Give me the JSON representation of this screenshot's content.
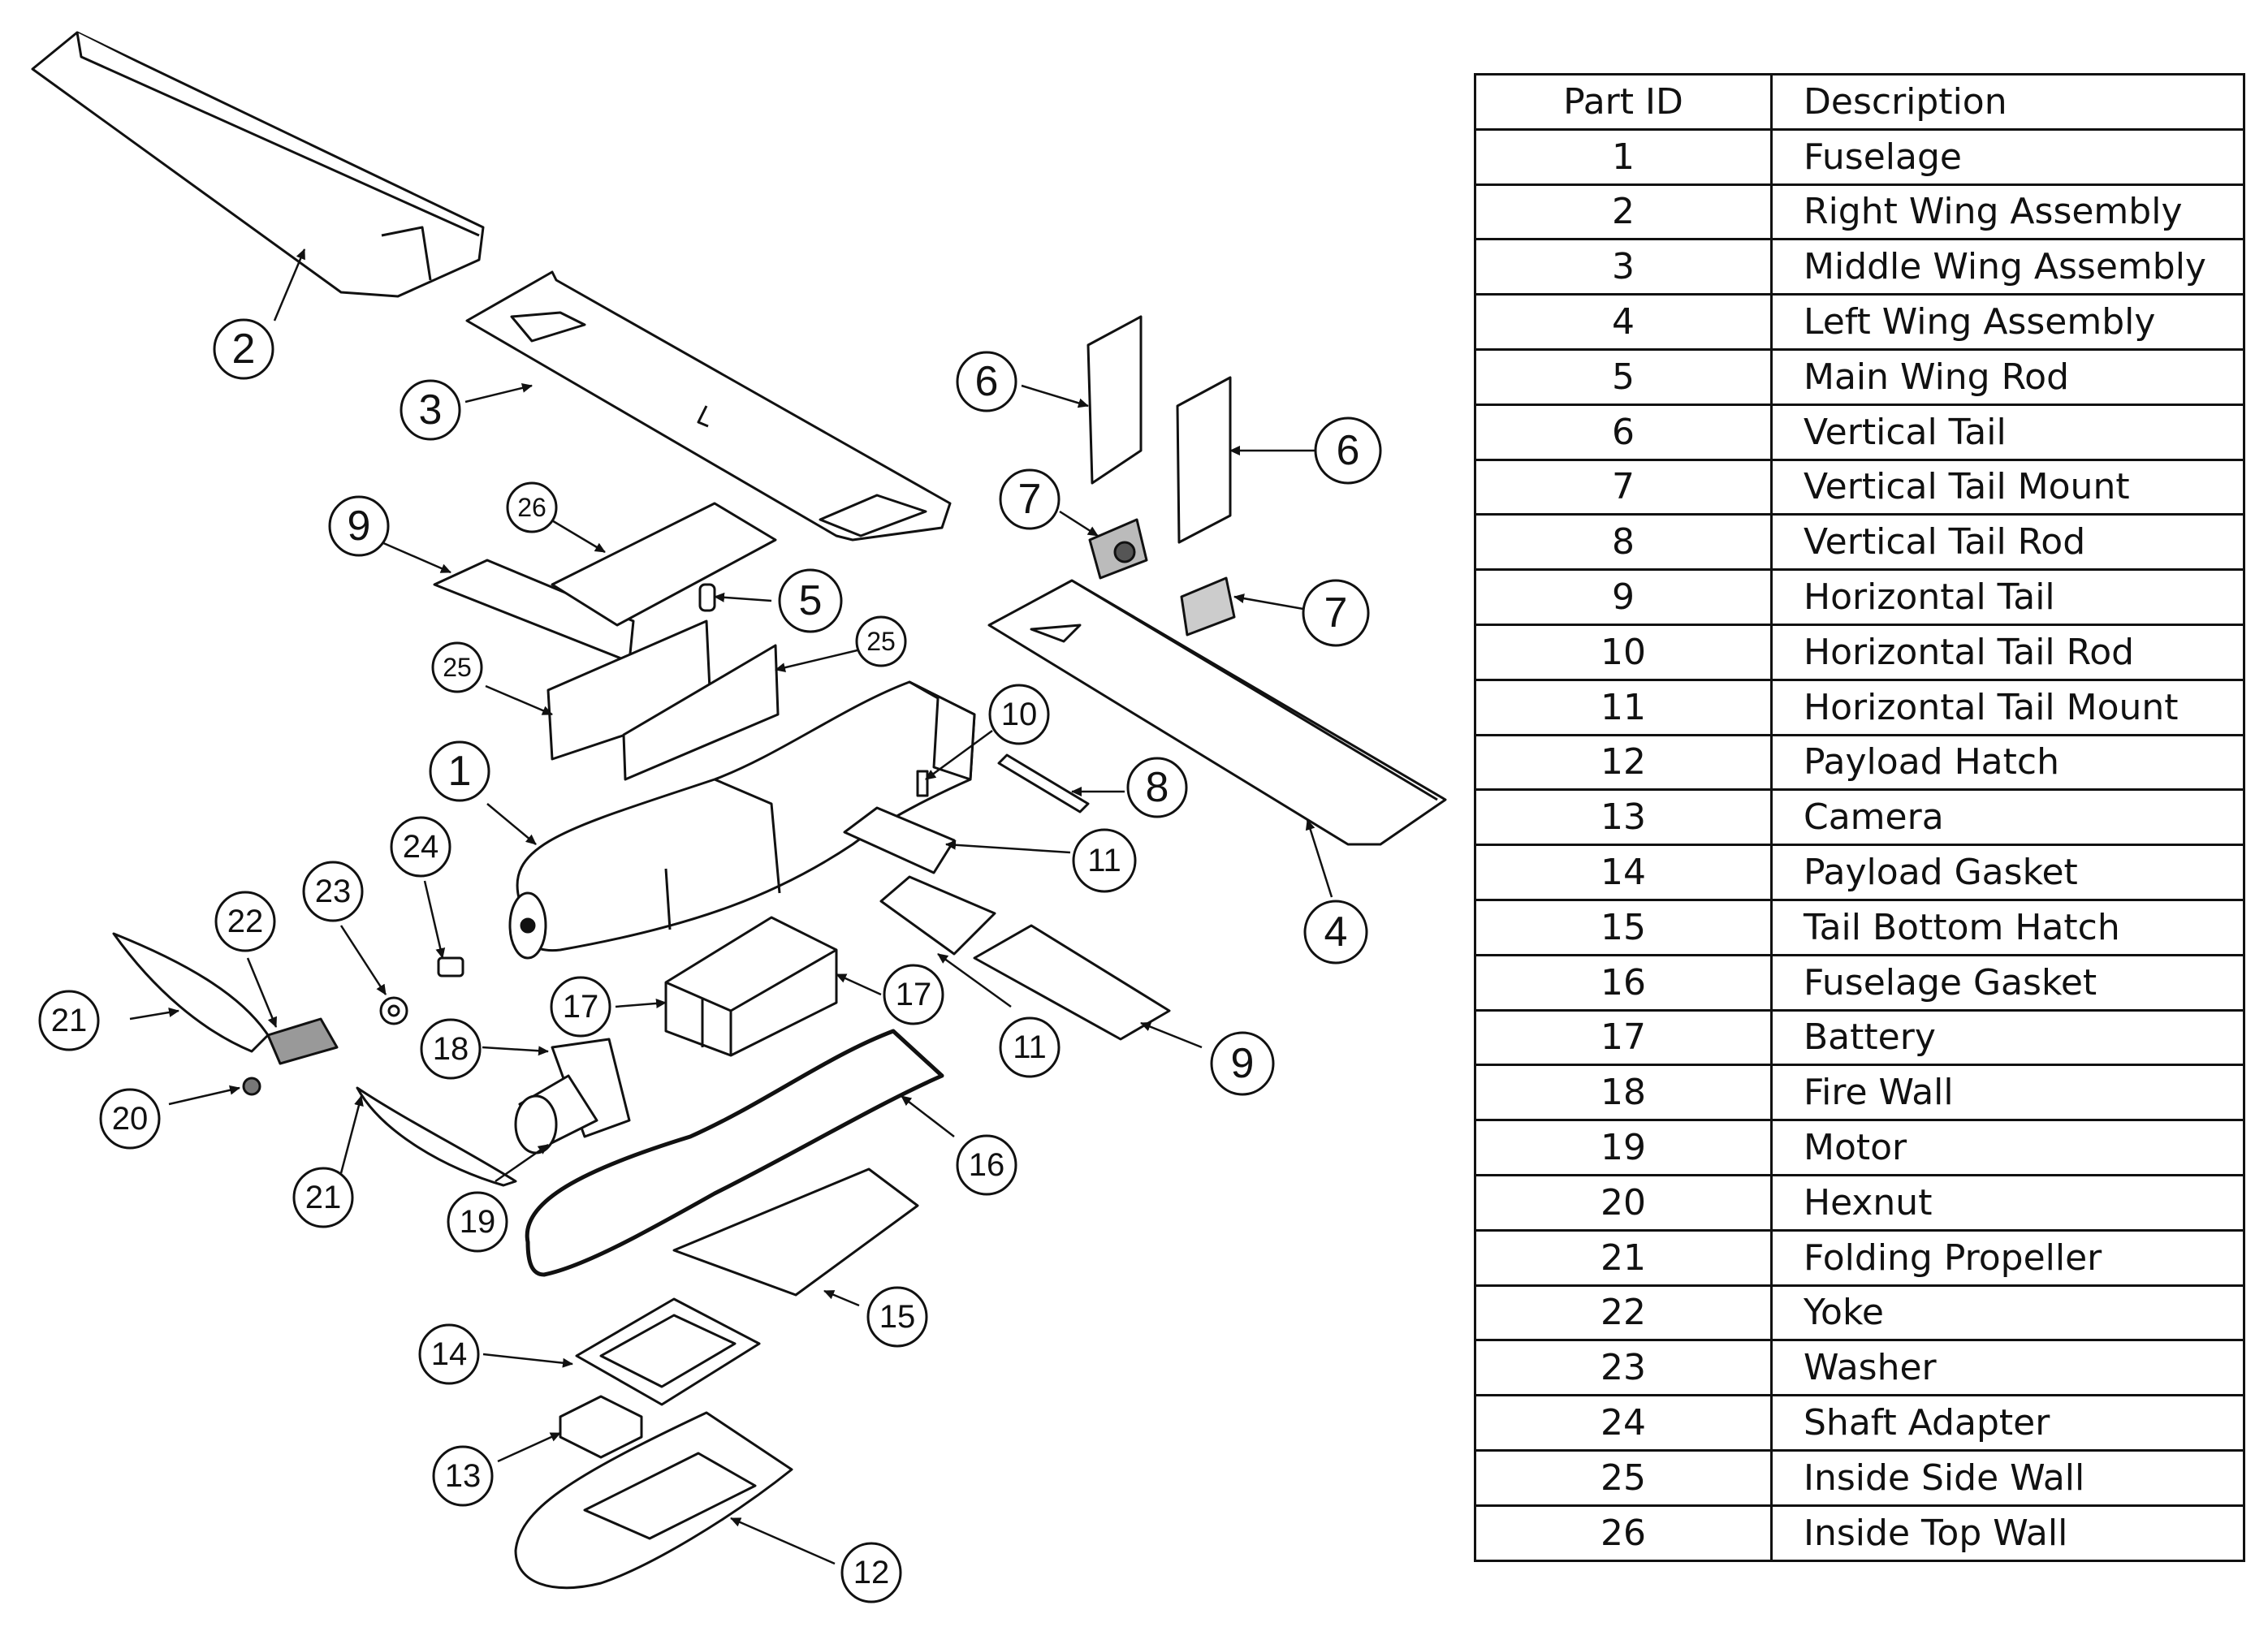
{
  "table": {
    "headers": {
      "id": "Part ID",
      "description": "Description"
    },
    "rows": [
      {
        "id": "1",
        "description": "Fuselage"
      },
      {
        "id": "2",
        "description": "Right Wing Assembly"
      },
      {
        "id": "3",
        "description": "Middle Wing Assembly"
      },
      {
        "id": "4",
        "description": "Left Wing Assembly"
      },
      {
        "id": "5",
        "description": "Main Wing Rod"
      },
      {
        "id": "6",
        "description": "Vertical Tail"
      },
      {
        "id": "7",
        "description": "Vertical Tail Mount"
      },
      {
        "id": "8",
        "description": "Vertical Tail Rod"
      },
      {
        "id": "9",
        "description": "Horizontal Tail"
      },
      {
        "id": "10",
        "description": "Horizontal Tail Rod"
      },
      {
        "id": "11",
        "description": "Horizontal Tail Mount"
      },
      {
        "id": "12",
        "description": "Payload Hatch"
      },
      {
        "id": "13",
        "description": "Camera"
      },
      {
        "id": "14",
        "description": "Payload Gasket"
      },
      {
        "id": "15",
        "description": "Tail Bottom Hatch"
      },
      {
        "id": "16",
        "description": "Fuselage Gasket"
      },
      {
        "id": "17",
        "description": "Battery"
      },
      {
        "id": "18",
        "description": "Fire Wall"
      },
      {
        "id": "19",
        "description": "Motor"
      },
      {
        "id": "20",
        "description": "Hexnut"
      },
      {
        "id": "21",
        "description": "Folding Propeller"
      },
      {
        "id": "22",
        "description": "Yoke"
      },
      {
        "id": "23",
        "description": "Washer"
      },
      {
        "id": "24",
        "description": "Shaft Adapter"
      },
      {
        "id": "25",
        "description": "Inside Side Wall"
      },
      {
        "id": "26",
        "description": "Inside Top Wall"
      }
    ]
  },
  "callouts": [
    {
      "label": "2"
    },
    {
      "label": "3"
    },
    {
      "label": "6"
    },
    {
      "label": "6"
    },
    {
      "label": "7"
    },
    {
      "label": "7"
    },
    {
      "label": "9"
    },
    {
      "label": "26"
    },
    {
      "label": "5"
    },
    {
      "label": "25"
    },
    {
      "label": "25"
    },
    {
      "label": "1"
    },
    {
      "label": "10"
    },
    {
      "label": "8"
    },
    {
      "label": "11"
    },
    {
      "label": "4"
    },
    {
      "label": "24"
    },
    {
      "label": "23"
    },
    {
      "label": "22"
    },
    {
      "label": "21"
    },
    {
      "label": "17"
    },
    {
      "label": "17"
    },
    {
      "label": "11"
    },
    {
      "label": "9"
    },
    {
      "label": "18"
    },
    {
      "label": "20"
    },
    {
      "label": "16"
    },
    {
      "label": "21"
    },
    {
      "label": "19"
    },
    {
      "label": "15"
    },
    {
      "label": "14"
    },
    {
      "label": "13"
    },
    {
      "label": "12"
    }
  ],
  "colors": {
    "line": "#111111",
    "background": "#ffffff"
  }
}
